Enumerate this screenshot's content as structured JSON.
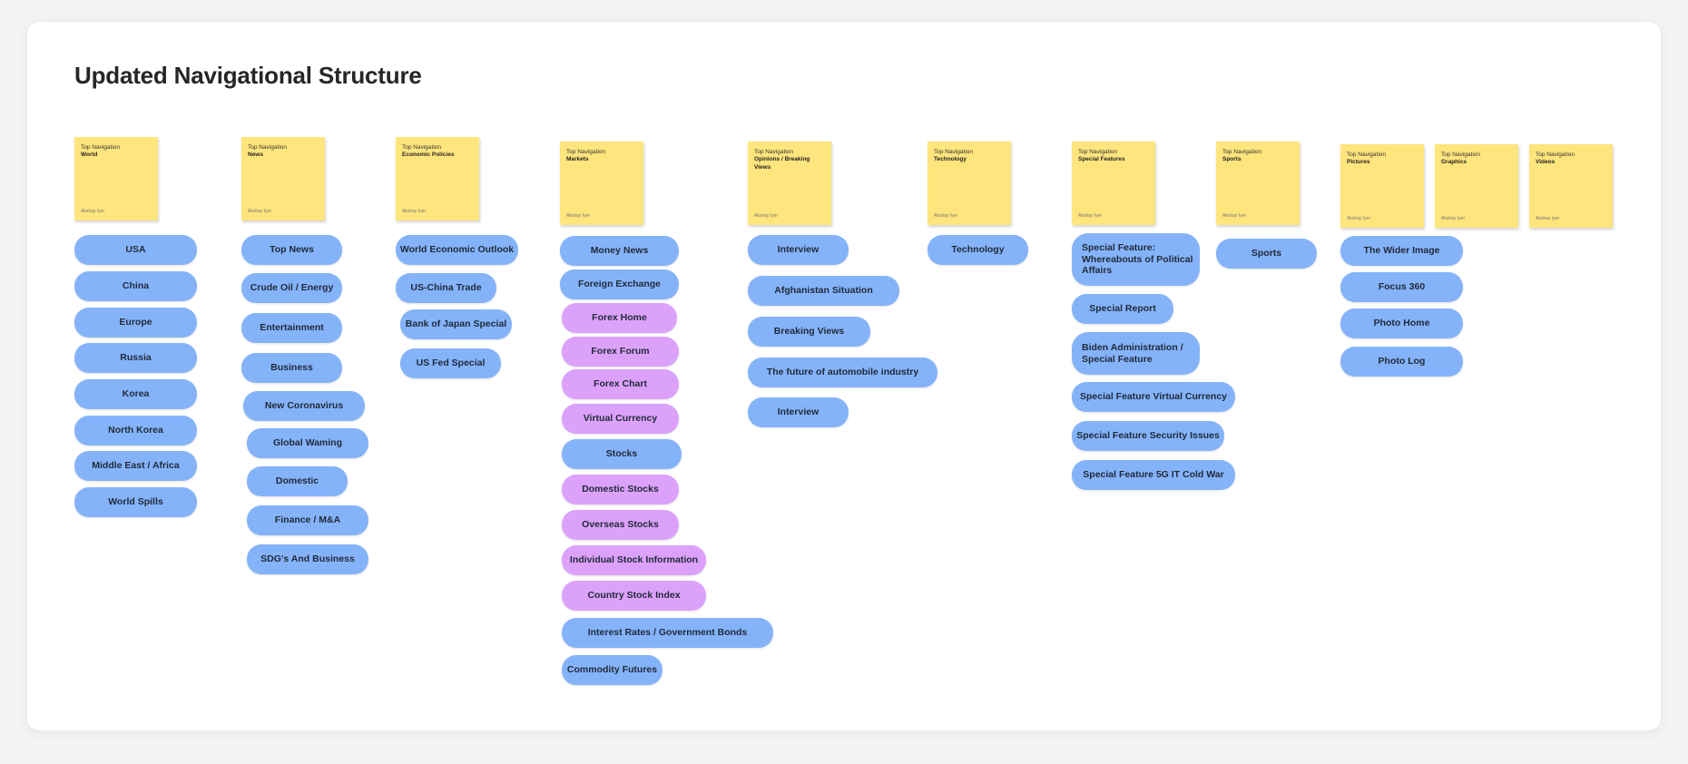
{
  "title": "Updated Navigational Structure",
  "colors": {
    "sticky": "#ffe57d",
    "blue_node": "#85b3fa",
    "purple_node": "#dca1fb",
    "board": "#ffffff",
    "background": "#f4f4f6"
  },
  "sticky_common": {
    "top_label": "Top Navigation",
    "author": "Akshay Iyer"
  },
  "columns": [
    {
      "category": "World",
      "items": [
        {
          "label": "USA",
          "color": "blue"
        },
        {
          "label": "China",
          "color": "blue"
        },
        {
          "label": "Europe",
          "color": "blue"
        },
        {
          "label": "Russia",
          "color": "blue"
        },
        {
          "label": "Korea",
          "color": "blue"
        },
        {
          "label": "North Korea",
          "color": "blue"
        },
        {
          "label": "Middle East / Africa",
          "color": "blue"
        },
        {
          "label": "World Spills",
          "color": "blue"
        }
      ]
    },
    {
      "category": "News",
      "items": [
        {
          "label": "Top News",
          "color": "blue"
        },
        {
          "label": "Crude Oil / Energy",
          "color": "blue"
        },
        {
          "label": "Entertainment",
          "color": "blue"
        },
        {
          "label": "Business",
          "color": "blue"
        },
        {
          "label": "New Coronavirus",
          "color": "blue"
        },
        {
          "label": "Global Waming",
          "color": "blue"
        },
        {
          "label": "Domestic",
          "color": "blue"
        },
        {
          "label": "Finance / M&A",
          "color": "blue"
        },
        {
          "label": "SDG's And Business",
          "color": "blue"
        }
      ]
    },
    {
      "category": "Economic Policies",
      "items": [
        {
          "label": "World Economic Outlook",
          "color": "blue"
        },
        {
          "label": "US-China Trade",
          "color": "blue"
        },
        {
          "label": "Bank of Japan Special",
          "color": "blue"
        },
        {
          "label": "US Fed Special",
          "color": "blue"
        }
      ]
    },
    {
      "category": "Markets",
      "items": [
        {
          "label": "Money News",
          "color": "blue"
        },
        {
          "label": "Foreign Exchange",
          "color": "blue"
        },
        {
          "label": "Forex Home",
          "color": "purple"
        },
        {
          "label": "Forex Forum",
          "color": "purple"
        },
        {
          "label": "Forex Chart",
          "color": "purple"
        },
        {
          "label": "Virtual Currency",
          "color": "purple"
        },
        {
          "label": "Stocks",
          "color": "blue"
        },
        {
          "label": "Domestic Stocks",
          "color": "purple"
        },
        {
          "label": "Overseas Stocks",
          "color": "purple"
        },
        {
          "label": "Individual Stock Information",
          "color": "purple"
        },
        {
          "label": "Country Stock Index",
          "color": "purple"
        },
        {
          "label": "Interest Rates / Government Bonds",
          "color": "blue"
        },
        {
          "label": "Commodity Futures",
          "color": "blue"
        }
      ]
    },
    {
      "category": "Opinions / Breaking Views",
      "items": [
        {
          "label": "Interview",
          "color": "blue"
        },
        {
          "label": "Afghanistan Situation",
          "color": "blue"
        },
        {
          "label": "Breaking Views",
          "color": "blue"
        },
        {
          "label": "The future of automobile industry",
          "color": "blue"
        },
        {
          "label": "Interview",
          "color": "blue"
        }
      ]
    },
    {
      "category": "Technology",
      "items": [
        {
          "label": "Technology",
          "color": "blue"
        }
      ]
    },
    {
      "category": "Special Features",
      "items": [
        {
          "label": "Special Feature: Whereabouts of Political Affairs",
          "color": "blue"
        },
        {
          "label": "Special Report",
          "color": "blue"
        },
        {
          "label": "Biden Administration / Special Feature",
          "color": "blue"
        },
        {
          "label": "Special Feature Virtual Currency",
          "color": "blue"
        },
        {
          "label": "Special Feature Security Issues",
          "color": "blue"
        },
        {
          "label": "Special Feature 5G IT Cold War",
          "color": "blue"
        }
      ]
    },
    {
      "category": "Sports",
      "items": [
        {
          "label": "Sports",
          "color": "blue"
        }
      ]
    },
    {
      "category": "Pictures",
      "items": [
        {
          "label": "The Wider Image",
          "color": "blue"
        },
        {
          "label": "Focus 360",
          "color": "blue"
        },
        {
          "label": "Photo Home",
          "color": "blue"
        },
        {
          "label": "Photo Log",
          "color": "blue"
        }
      ]
    },
    {
      "category": "Graphics",
      "items": []
    },
    {
      "category": "Videos",
      "items": []
    }
  ]
}
